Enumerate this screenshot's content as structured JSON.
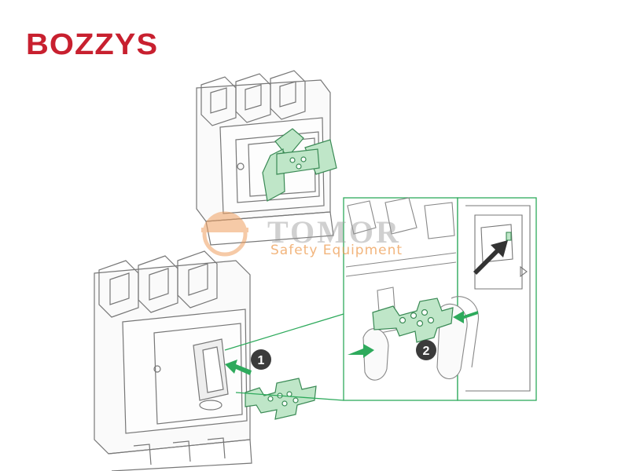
{
  "brand": {
    "name": "BOZZYS",
    "color": "#c8202f"
  },
  "watermark": {
    "title": "TOMOR",
    "subtitle": "Safety Equipment"
  },
  "steps": [
    {
      "number": "1"
    },
    {
      "number": "2"
    }
  ],
  "colors": {
    "accent_green": "#2eaa5c",
    "lock_green": "#bfe6c8",
    "line": "#777777"
  }
}
